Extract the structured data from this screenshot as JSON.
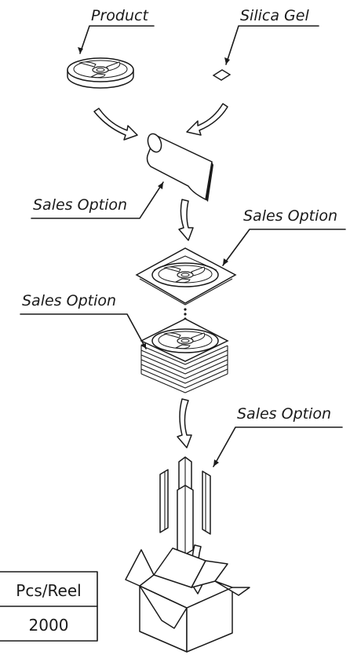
{
  "labels": {
    "product": "Product",
    "silica_gel": "Silica Gel",
    "sales_option_bag": "Sales Option",
    "sales_option_single": "Sales Option",
    "sales_option_stack": "Sales Option",
    "sales_option_corners": "Sales Option"
  },
  "table": {
    "header": "Pcs/Reel",
    "value": "2000"
  }
}
